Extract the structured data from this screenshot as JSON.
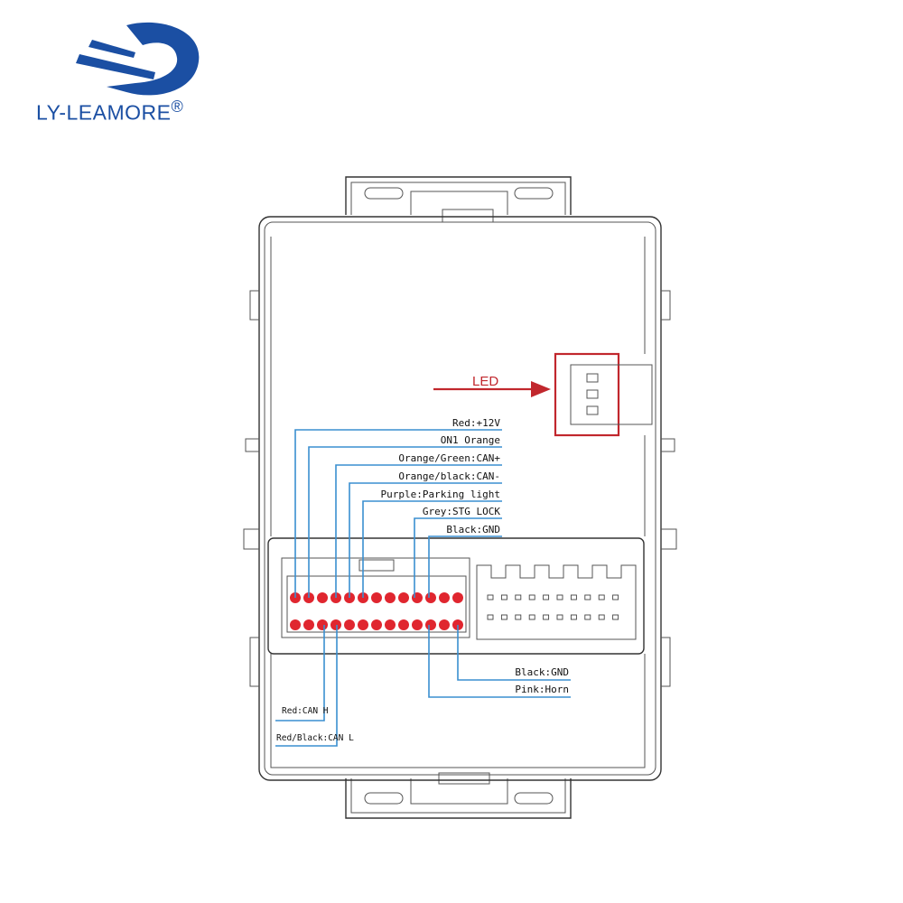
{
  "brand": {
    "name": "LY-LEAMORE",
    "registered_mark": "®",
    "logo_color": "#1b4fa3"
  },
  "diagram": {
    "led_label": "LED",
    "accent_red": "#c1272d",
    "wire_blue": "#3a8fd0",
    "pin_red": "#e0262f",
    "top_row_labels": [
      "Red:+12V",
      "ON1 Orange",
      "Orange/Green:CAN+",
      "Orange/black:CAN-",
      "Purple:Parking light",
      "Grey:STG LOCK",
      "Black:GND"
    ],
    "bottom_right_labels": [
      "Black:GND",
      "Pink:Horn"
    ],
    "bottom_left_labels": [
      "Red:CAN H",
      "Red/Black:CAN L"
    ]
  }
}
